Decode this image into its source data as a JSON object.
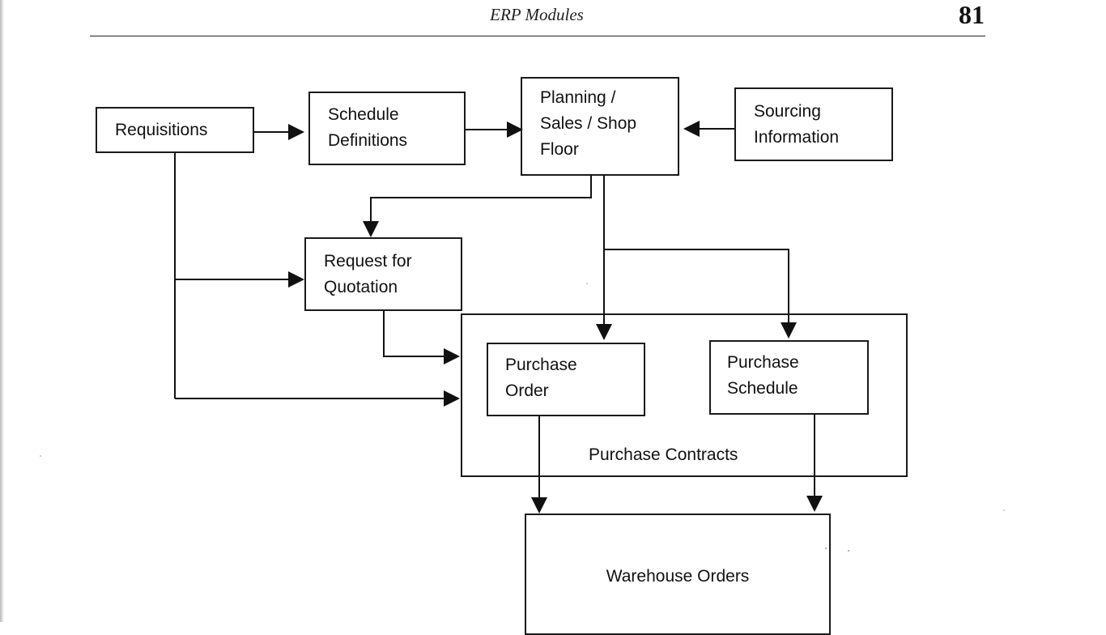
{
  "header": {
    "title": "ERP Modules",
    "page_number": "81"
  },
  "diagram": {
    "nodes": {
      "requisitions": {
        "lines": [
          "Requisitions"
        ]
      },
      "schedule_definitions": {
        "lines": [
          "Schedule",
          "Definitions"
        ]
      },
      "planning": {
        "lines": [
          "Planning /",
          "Sales / Shop",
          "Floor"
        ]
      },
      "sourcing": {
        "lines": [
          "Sourcing",
          "Information"
        ]
      },
      "rfq": {
        "lines": [
          "Request for",
          "Quotation"
        ]
      },
      "purchase_order": {
        "lines": [
          "Purchase",
          "Order"
        ]
      },
      "purchase_schedule": {
        "lines": [
          "Purchase",
          "Schedule"
        ]
      },
      "warehouse_orders": {
        "lines": [
          "Warehouse Orders"
        ]
      }
    },
    "container": {
      "label": "Purchase Contracts"
    },
    "edges": [
      {
        "from": "requisitions",
        "to": "schedule_definitions"
      },
      {
        "from": "schedule_definitions",
        "to": "planning"
      },
      {
        "from": "sourcing",
        "to": "planning"
      },
      {
        "from": "planning",
        "to": "rfq"
      },
      {
        "from": "requisitions",
        "to": "rfq"
      },
      {
        "from": "rfq",
        "to": "purchase_contracts"
      },
      {
        "from": "requisitions",
        "to": "purchase_contracts"
      },
      {
        "from": "planning",
        "to": "purchase_order"
      },
      {
        "from": "planning",
        "to": "purchase_schedule"
      },
      {
        "from": "purchase_order",
        "to": "warehouse_orders"
      },
      {
        "from": "purchase_schedule",
        "to": "warehouse_orders"
      }
    ]
  }
}
